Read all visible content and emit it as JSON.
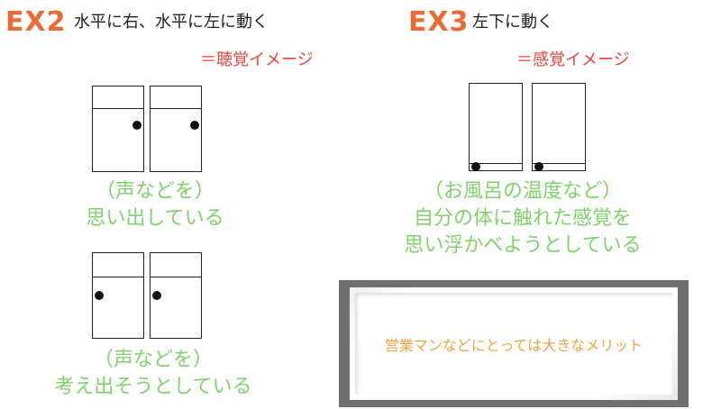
{
  "colors": {
    "ex_label": "#ec6a35",
    "image_label": "#e8443a",
    "caption": "#7fd36a",
    "board_text": "#eea541",
    "board_frame": "#6f6f6f"
  },
  "ex2": {
    "label": "EX2",
    "description": "水平に右、水平に左に動く",
    "image_label": "＝聴覚イメージ",
    "caption_top": [
      "（声などを）",
      "思い出している"
    ],
    "caption_bottom": [
      "（声などを）",
      "考え出そうとしている"
    ]
  },
  "ex3": {
    "label": "EX3",
    "description": "左下に動く",
    "image_label": "＝感覚イメージ",
    "caption": [
      "（お風呂の温度など）",
      "自分の体に触れた感覚を",
      "思い浮かべようとしている"
    ]
  },
  "board": {
    "text": "営業マンなどにとっては大きなメリット"
  },
  "icons": {
    "eye_shape": "rectangular-eye-icon"
  }
}
